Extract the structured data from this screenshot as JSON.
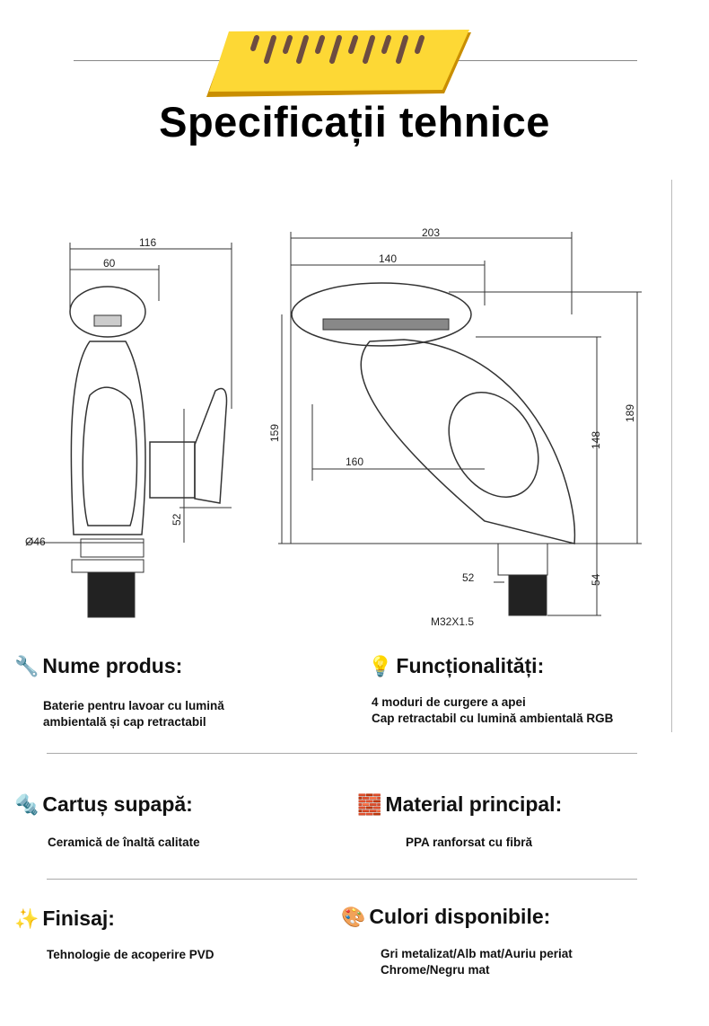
{
  "title": "Specificații tehnice",
  "colors": {
    "ruler": "#FDD835",
    "ruler_shadow": "#C98E00",
    "ruler_ticks": "#6D4C41"
  },
  "drawing": {
    "side_view": {
      "width_total": "116",
      "width_head": "60",
      "height": "159",
      "handle_height": "52",
      "base_diameter": "Ø46"
    },
    "front_view": {
      "length_total": "203",
      "length_head": "140",
      "reach": "160",
      "height_total": "189",
      "height_spout": "148",
      "shank_length": "54",
      "shank_offset": "52",
      "thread": "M32X1.5"
    }
  },
  "sections": [
    {
      "icon": "🔧",
      "icon_name": "wrench-icon",
      "heading": "Nume produs:",
      "lines": [
        "Baterie pentru lavoar cu lumină",
        "ambientală și cap retractabil"
      ]
    },
    {
      "icon": "💡",
      "icon_name": "lightbulb-icon",
      "heading": "Funcționalități:",
      "lines": [
        "4 moduri de curgere a apei",
        "Cap retractabil cu lumină ambientală RGB"
      ]
    },
    {
      "icon": "🔩",
      "icon_name": "bolt-icon",
      "heading": "Cartuș supapă:",
      "lines": [
        "Ceramică de înaltă calitate"
      ]
    },
    {
      "icon": "🧱",
      "icon_name": "brick-icon",
      "heading": "Material principal:",
      "lines": [
        "PPA ranforsat cu fibră"
      ]
    },
    {
      "icon": "✨",
      "icon_name": "sparkles-icon",
      "heading": "Finisaj:",
      "lines": [
        "Tehnologie de acoperire PVD"
      ]
    },
    {
      "icon": "🎨",
      "icon_name": "palette-icon",
      "heading": "Culori disponibile:",
      "lines": [
        "Gri metalizat/Alb mat/Auriu periat",
        "Chrome/Negru mat"
      ]
    }
  ]
}
